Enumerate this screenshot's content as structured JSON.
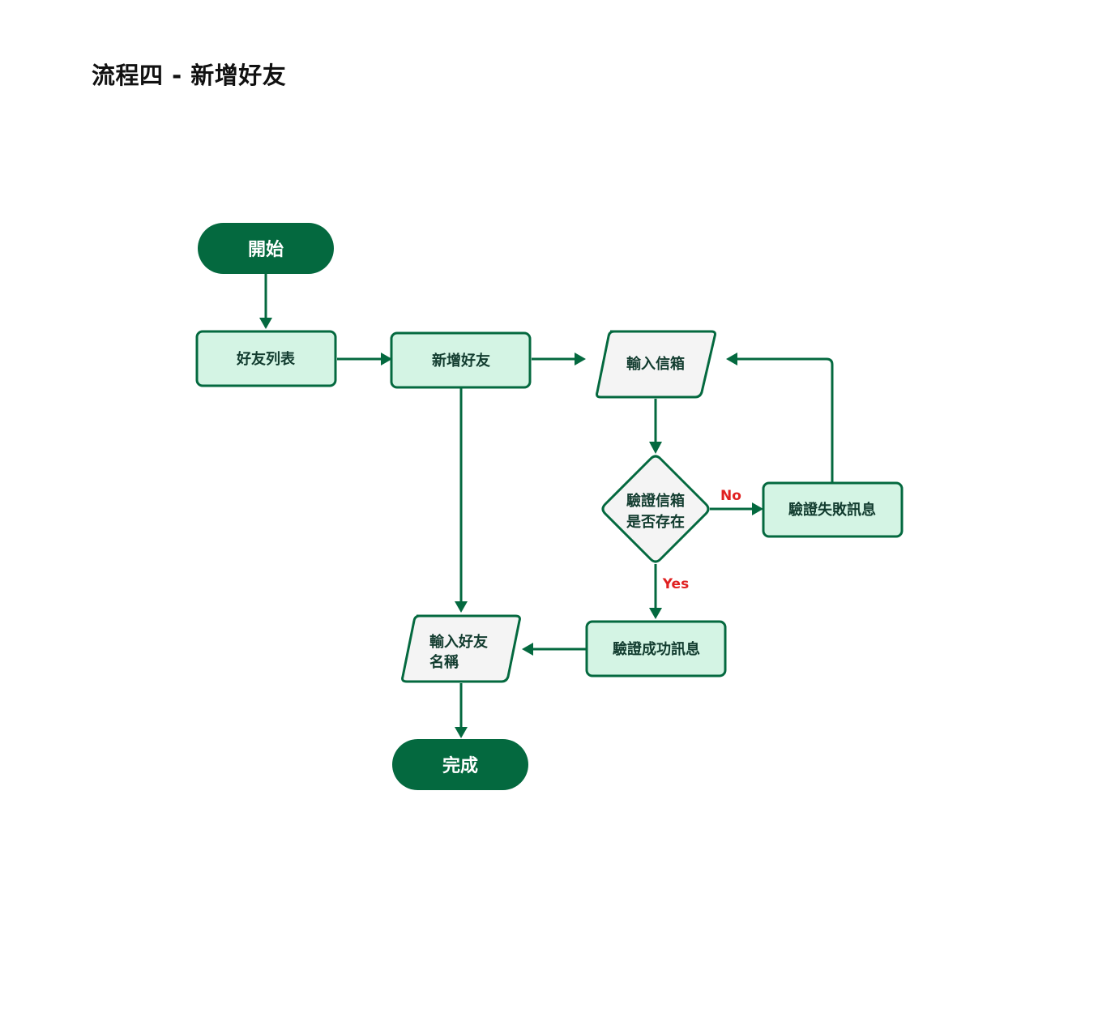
{
  "title": "流程四 - 新增好友",
  "colors": {
    "primary": "#04693f",
    "process_fill": "#d4f4e4",
    "io_fill": "#f4f4f4",
    "text": "#123c2f",
    "label_red": "#e02020"
  },
  "nodes": {
    "start": {
      "label": "開始",
      "type": "terminal"
    },
    "friend_list": {
      "label": "好友列表",
      "type": "process"
    },
    "add_friend": {
      "label": "新增好友",
      "type": "process"
    },
    "input_email": {
      "label": "輸入信箱",
      "type": "io"
    },
    "verify_email": {
      "label_line1": "驗證信箱",
      "label_line2": "是否存在",
      "type": "decision"
    },
    "fail_msg": {
      "label": "驗證失敗訊息",
      "type": "process"
    },
    "success_msg": {
      "label": "驗證成功訊息",
      "type": "process"
    },
    "input_name": {
      "label_line1": "輸入好友",
      "label_line2": "名稱",
      "type": "io"
    },
    "done": {
      "label": "完成",
      "type": "terminal"
    }
  },
  "edges": {
    "no_label": "No",
    "yes_label": "Yes"
  }
}
